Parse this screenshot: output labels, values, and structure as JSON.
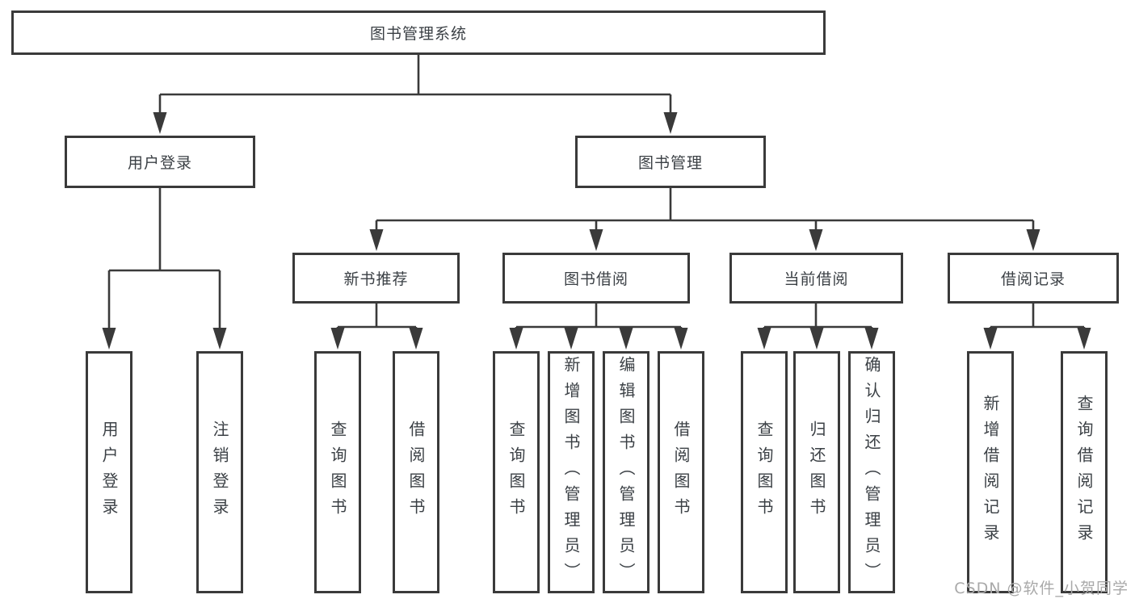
{
  "colors": {
    "line": "#3a3a3a",
    "text": "#3b4045",
    "background": "#ffffff",
    "watermark": "#a9a9a9"
  },
  "watermark": {
    "text": "CSDN @软件_小贺同学"
  },
  "tree": {
    "root": {
      "label": "图书管理系统"
    },
    "branches": [
      {
        "label": "用户登录",
        "children": [
          {
            "label": "用户登录"
          },
          {
            "label": "注销登录"
          }
        ]
      },
      {
        "label": "图书管理",
        "children": [
          {
            "label": "新书推荐",
            "children": [
              {
                "label": "查询图书"
              },
              {
                "label": "借阅图书"
              }
            ]
          },
          {
            "label": "图书借阅",
            "children": [
              {
                "label": "查询图书"
              },
              {
                "label": "新增图书（管理员）"
              },
              {
                "label": "编辑图书（管理员）"
              },
              {
                "label": "借阅图书"
              }
            ]
          },
          {
            "label": "当前借阅",
            "children": [
              {
                "label": "查询图书"
              },
              {
                "label": "归还图书"
              },
              {
                "label": "确认归还（管理员）"
              }
            ]
          },
          {
            "label": "借阅记录",
            "children": [
              {
                "label": "新增借阅记录"
              },
              {
                "label": "查询借阅记录"
              }
            ]
          }
        ]
      }
    ]
  }
}
